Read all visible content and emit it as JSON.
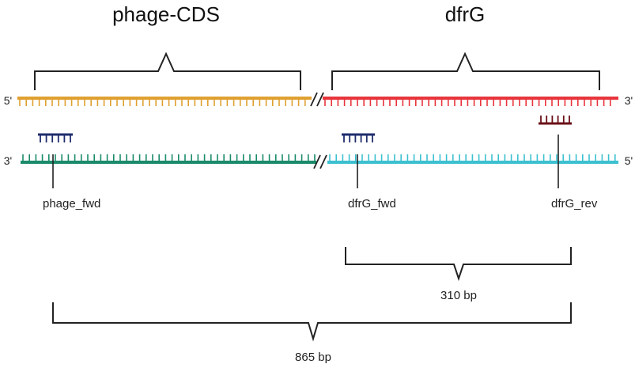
{
  "titles": {
    "left": "phage-CDS",
    "right": "dfrG"
  },
  "strands": {
    "top_left_end": "5'",
    "top_right_end": "3'",
    "bottom_left_end": "3'",
    "bottom_right_end": "5'"
  },
  "primers": {
    "phage_fwd": "phage_fwd",
    "dfrG_fwd": "dfrG_fwd",
    "dfrG_rev": "dfrG_rev"
  },
  "products": {
    "short": "310 bp",
    "long": "865 bp"
  },
  "colors": {
    "phage_top": "#e0a030",
    "dfrG_top": "#e8353c",
    "phage_bottom": "#1b8a6b",
    "dfrG_bottom": "#3cc0d0",
    "fwd_primer": "#1f2d6e",
    "rev_primer": "#6b1018",
    "bracket": "#222222"
  }
}
